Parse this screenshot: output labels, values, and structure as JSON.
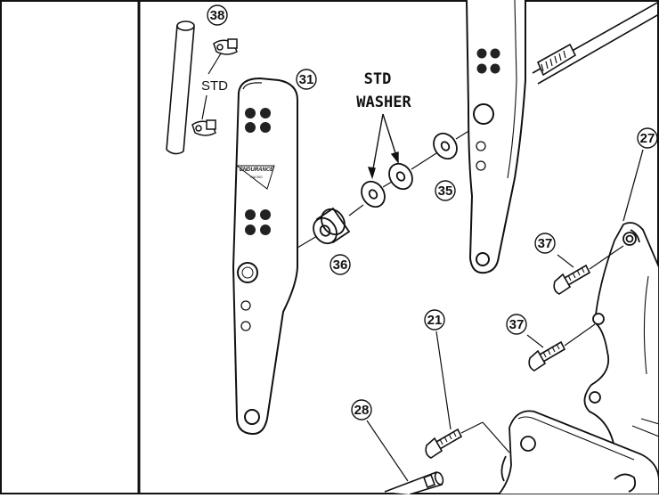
{
  "callouts": {
    "hose": "38",
    "pedal_left": "31",
    "spacer": "36",
    "washer": "35",
    "bolt_upper": "37",
    "bolt_lower": "37",
    "pin_bolt": "21",
    "bracket": "27",
    "rod": "28"
  },
  "labels": {
    "std_clamps": "STD",
    "std_washer_line1": "STD",
    "std_washer_line2": "WASHER"
  },
  "logo": {
    "brand": "ENDURANCE",
    "sub": "RACING"
  },
  "colors": {
    "line": "#111111",
    "background": "#ffffff"
  }
}
